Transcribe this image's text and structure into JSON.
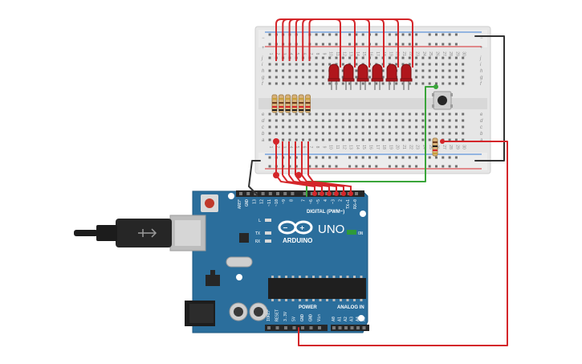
{
  "board": {
    "brand": "ARDUINO",
    "model": "UNO",
    "on_label": "ON",
    "digital_header": "DIGITAL (PWM~)",
    "power_header": "POWER",
    "analog_header": "ANALOG IN",
    "tx_label": "TX",
    "rx_label": "RX",
    "l_label": "L",
    "top_pins": [
      "AREF",
      "GND",
      "13",
      "12",
      "~11",
      "~10",
      "~9",
      "8",
      "7",
      "~6",
      "~5",
      "4",
      "~3",
      "2",
      "TX→1",
      "RX←0"
    ],
    "power_pins": [
      "IOREF",
      "RESET",
      "3.3V",
      "5V",
      "GND",
      "GND",
      "Vin"
    ],
    "analog_pins": [
      "A0",
      "A1",
      "A2",
      "A3",
      "A4",
      "A5"
    ]
  },
  "breadboard": {
    "row_letters_top": [
      "j",
      "i",
      "h",
      "g",
      "f"
    ],
    "row_letters_bottom": [
      "e",
      "d",
      "c",
      "b",
      "a"
    ],
    "columns": [
      "1",
      "2",
      "3",
      "4",
      "5",
      "6",
      "7",
      "8",
      "9",
      "10",
      "11",
      "12",
      "13",
      "14",
      "15",
      "16",
      "17",
      "18",
      "19",
      "20",
      "21",
      "22",
      "23",
      "24",
      "25",
      "26",
      "27",
      "28",
      "29",
      "30"
    ],
    "plus": "+",
    "minus": "−"
  },
  "leds": {
    "count": 6,
    "color": "#b0161c"
  },
  "colors": {
    "board": "#2b6e9c",
    "wire_red": "#d4262a",
    "wire_green": "#3aa53a",
    "wire_black": "#333333",
    "breadboard": "#e6e6e6"
  }
}
